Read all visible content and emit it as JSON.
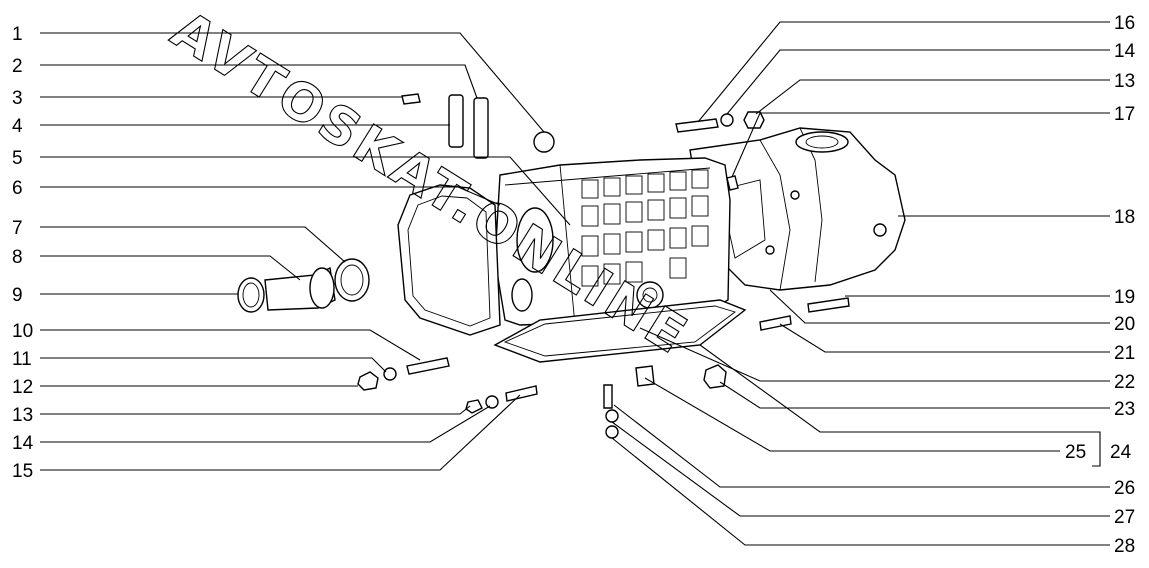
{
  "watermark": "AVTOSKAT.ONLINE",
  "left_labels": [
    "1",
    "2",
    "3",
    "4",
    "5",
    "6",
    "7",
    "8",
    "9",
    "10",
    "11",
    "12",
    "13",
    "14",
    "15"
  ],
  "right_labels": [
    "16",
    "14",
    "13",
    "17",
    "18",
    "19",
    "20",
    "21",
    "22",
    "23",
    "24",
    "26",
    "27",
    "28"
  ],
  "bracket_label": "25"
}
